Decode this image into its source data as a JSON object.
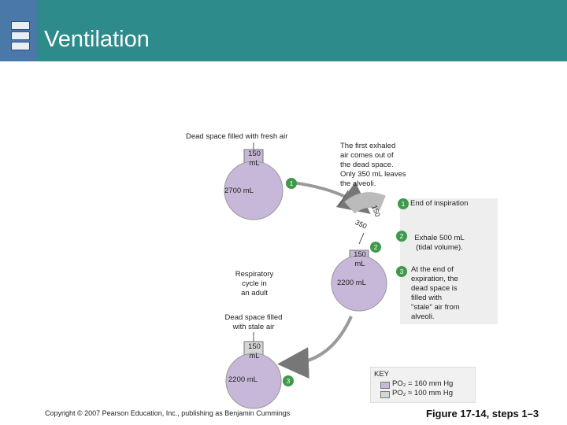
{
  "header": {
    "title": "Ventilation"
  },
  "colors": {
    "header": "#2e8b8b",
    "fresh_air": "#c7b8d9",
    "stale_air": "#d6d6d6",
    "step_badge": "#3e9a4a"
  },
  "diagram": {
    "top_state": {
      "caption": "Dead space filled with fresh air",
      "dead_space_volume": "150\nmL",
      "alveolar_volume": "2700 mL",
      "step": "1"
    },
    "right_state": {
      "dead_space_volume": "150\nmL",
      "alveolar_volume": "2200 mL",
      "step": "2"
    },
    "bottom_state": {
      "caption": "Dead space filled\nwith stale air",
      "dead_space_volume": "150\nmL",
      "alveolar_volume": "2200 mL",
      "step": "3"
    },
    "center_label": "Respiratory\ncycle in\nan adult",
    "first_exhale_note": "The first exhaled\nair comes out of\nthe dead space.\nOnly 350 mL leaves\nthe alveoli.",
    "arc_labels": {
      "dead_space": "150",
      "alveoli": "350"
    },
    "steps": [
      {
        "num": "1",
        "text": "End of inspiration"
      },
      {
        "num": "2",
        "text": "Exhale 500 mL\n(tidal volume)."
      },
      {
        "num": "3",
        "text": "At the end of\nexpiration, the\ndead space is\nfilled with\n\"stale\" air from\nalveoli."
      }
    ]
  },
  "key": {
    "title": "KEY",
    "items": [
      {
        "text": "PO₂ = 160 mm Hg",
        "color": "#c7b8d9"
      },
      {
        "text": "PO₂ ≈ 100 mm Hg",
        "color": "#d6d6d6"
      }
    ]
  },
  "footer": {
    "copyright": "Copyright © 2007 Pearson Education, Inc., publishing as Benjamin Cummings",
    "figure_label": "Figure 17-14, steps 1–3"
  }
}
